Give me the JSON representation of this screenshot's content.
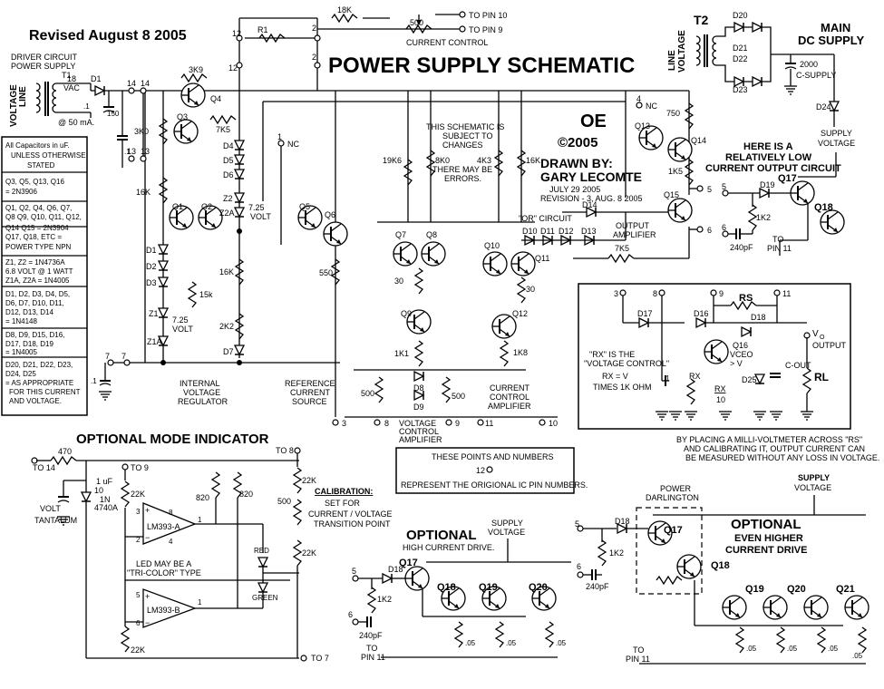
{
  "header": {
    "revised": "Revised August  8  2005",
    "title": "POWER SUPPLY SCHEMATIC",
    "logo": "OE",
    "copyright": "©2005",
    "drawn_by": "DRAWN BY:",
    "author": "GARY LECOMTE",
    "date1": "JULY 29 2005",
    "revision": "REVISION - 3,  AUG. 8  2005"
  },
  "notes": {
    "subject": [
      "THIS SCHEMATIC IS",
      "SUBJECT TO",
      "CHANGES"
    ],
    "errors": [
      "THERE MAY BE",
      "ERRORS."
    ],
    "low_current": [
      "HERE IS A",
      "RELATIVELY LOW",
      "CURRENT OUTPUT CIRCUIT"
    ],
    "rx": [
      "\"RX\" IS THE",
      "\"VOLTAGE CONTROL\"",
      "RX = V",
      "TIMES 1K OHM"
    ],
    "millivolt": [
      "BY PLACING A MILLI-VOLTMETER ACROSS \"RS\"",
      "AND CALIBRATING IT, OUTPUT CURRENT  CAN",
      "BE MEASURED WITHOUT ANY LOSS  IN VOLTAGE."
    ],
    "pin_box": [
      "THESE POINTS AND NUMBERS",
      "12",
      "REPRESENT THE ORIGIONAL IC PIN NUMBERS."
    ],
    "led": [
      "LED MAY BE A",
      "\"TRI-COLOR\" TYPE"
    ],
    "calibration": [
      "CALIBRATION:",
      "SET FOR",
      "CURRENT / VOLTAGE",
      "TRANSITION POINT"
    ]
  },
  "legend": [
    "All Capacitors  in uF.",
    "UNLESS OTHERWISE",
    "STATED",
    "Q3,  Q5,  Q13,  Q16",
    "= 2N3906",
    "Q1,  Q2,  Q4,  Q6,  Q7,",
    "Q8   Q9,  Q10,  Q11,  Q12,",
    "Q14  Q15  = 2N3904",
    "Q17,  Q18,  ETC =",
    "POWER TYPE NPN",
    "Z1,  Z2 = 1N4736A",
    "6.8 VOLT @ 1 WATT",
    "Z1A,  Z2A = 1N4005",
    "D1,  D2,  D3,  D4,  D5,",
    "D6,  D7,  D10,  D11,",
    "D12,  D13,  D14",
    "= 1N4148",
    "D8,  D9,  D15,  D16,",
    "D17,  D18,  D19",
    "= 1N4005",
    "D20,  D21,  D22,  D23,",
    "D24,  D25",
    "=  AS     APPROPRIATE",
    "FOR  THIS CURRENT",
    "AND    VOLTAGE."
  ],
  "sections": {
    "driver_supply": [
      "DRIVER CIRCUIT",
      "POWER SUPPLY"
    ],
    "main_dc": [
      "MAIN",
      "DC SUPPLY"
    ],
    "internal_reg": [
      "INTERNAL",
      "VOLTAGE",
      "REGULATOR"
    ],
    "reference": [
      "REFERENCE",
      "CURRENT",
      "SOURCE"
    ],
    "vca": [
      "VOLTAGE",
      "CONTROL",
      "AMPLIFIER"
    ],
    "cca": [
      "CURRENT",
      "CONTROL",
      "AMPLIFIER"
    ],
    "output_amp": [
      "OUTPUT",
      "AMPLIFIER"
    ],
    "or_circuit": "\"OR\" CIRCUIT",
    "mode_indicator": "OPTIONAL MODE INDICATOR",
    "opt_high": "OPTIONAL",
    "opt_high_sub": "HIGH CURRENT DRIVE.",
    "opt_even": "OPTIONAL",
    "opt_even_sub": [
      "EVEN HIGHER",
      "CURRENT DRIVE"
    ],
    "power_darl": [
      "POWER",
      "DARLINGTON"
    ],
    "supply_voltage": [
      "SUPPLY",
      "VOLTAGE"
    ],
    "current_control": "CURRENT CONTROL",
    "line_voltage": [
      "LINE",
      "VOLTAGE"
    ],
    "tantalum": "TANTALUM",
    "output": "OUTPUT",
    "red": "RED",
    "green": "GREEN"
  },
  "pins": {
    "to_pin10": "TO PIN 10",
    "to_pin9": "TO PIN 9",
    "to_14": "TO 14",
    "to_9": "TO 9",
    "to_8": "TO 8",
    "to_7": "TO 7",
    "to_pin11": "TO",
    "pin11": "PIN 11",
    "nc": "NC",
    "nums": [
      "12",
      "12",
      "2",
      "2",
      "14",
      "14",
      "13",
      "13",
      "7",
      "7",
      "3",
      "8",
      "9",
      "11",
      "10",
      "4",
      "5",
      "5",
      "6",
      "6",
      "3",
      "8",
      "9",
      "11",
      "5",
      "6",
      "5",
      "6",
      "1",
      "1",
      "5",
      "6",
      "4",
      "2",
      "8",
      "3"
    ]
  },
  "components": {
    "transformers": [
      "T1",
      "T2"
    ],
    "t1": [
      "18",
      "VAC",
      "@ 50 mA."
    ],
    "resistors": [
      "18K",
      "500",
      "R1",
      "3K9",
      "7K5",
      "3K0",
      "16K",
      "15k",
      "16K",
      "2K2",
      "19K6",
      "8K0",
      "4K3",
      "16K",
      "550",
      "30",
      "30",
      "1K1",
      "1K8",
      "500",
      "500",
      "750",
      "1K5",
      "7K5",
      "1K2",
      "RS",
      "RX",
      "RX",
      "10",
      "RL",
      "470",
      "22K",
      "22K",
      "820",
      "820",
      "22K",
      "22K",
      "500",
      "1K2",
      "1K2",
      ".05",
      ".05",
      ".05",
      ".05",
      ".05",
      ".05",
      "4K3"
    ],
    "transistors": [
      "Q1",
      "Q2",
      "Q3",
      "Q4",
      "Q5",
      "Q6",
      "Q7",
      "Q8",
      "Q9",
      "Q10",
      "Q11",
      "Q12",
      "Q13",
      "Q14",
      "Q15",
      "Q16",
      "Q17",
      "Q18",
      "Q17",
      "Q18",
      "Q19",
      "Q20",
      "Q17",
      "Q18",
      "Q19",
      "Q20",
      "Q21"
    ],
    "diodes": [
      "D1",
      "D2",
      "D3",
      "D4",
      "D5",
      "D6",
      "D7",
      "D8",
      "D9",
      "D10",
      "D11",
      "D12",
      "D13",
      "D14",
      "D16",
      "D17",
      "D18",
      "D19",
      "D20",
      "D21",
      "D22",
      "D23",
      "D24",
      "D25",
      "D16",
      "D18",
      "D18",
      "Z1",
      "Z1A",
      "Z2",
      "Z2A"
    ],
    "caps": [
      "2000",
      "C-SUPPLY",
      "150",
      ".1",
      ".1",
      ".1",
      "240pF",
      "C-OUT",
      "240pF",
      "240pF",
      "1 uF",
      "10",
      "VOLT",
      "1N",
      "4740A"
    ],
    "zener_volt": [
      "7.25",
      "VOLT",
      "7.25",
      "VOLT"
    ],
    "ics": [
      "LM393-A",
      "LM393-B"
    ],
    "vceo": [
      "VCEO",
      "> V"
    ],
    "vo": "V",
    "o_sub": "O"
  }
}
